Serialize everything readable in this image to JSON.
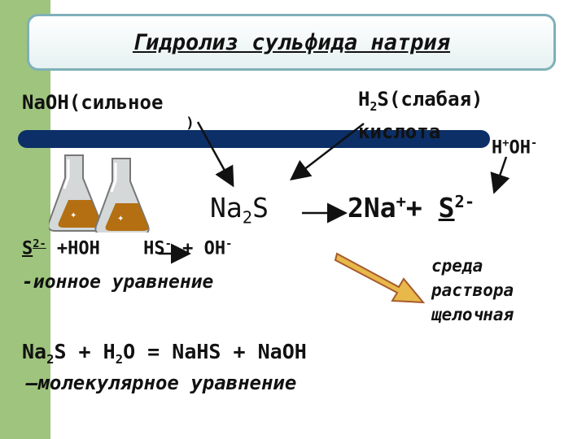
{
  "slide": {
    "title": "Гидролиз сульфида натрия",
    "naoh": {
      "main": "NaOH(сильное",
      "tail": ")"
    },
    "h2s": {
      "h": "H",
      "sub": "2",
      "rest": "S(слабая)",
      "line2": "кислота"
    },
    "hoh": {
      "h": "H",
      "plus": "+",
      "oh": "OH",
      "minus": "-"
    },
    "na2s": {
      "na": "Na",
      "sub": "2",
      "s": "S"
    },
    "dissoc": {
      "coef": "2Na",
      "plus_sup": "+",
      "plus": "+ ",
      "s": "S",
      "charge": "2-"
    },
    "ionic": {
      "s": "S",
      "s_charge": "2-",
      "hoh": " +HOH ",
      "hs": "HS",
      "hs_charge": "-",
      "oh": " + OH",
      "oh_charge": "-",
      "caption": "-ионное уравнение"
    },
    "medium": {
      "line1": "среда",
      "line2": "раствора",
      "line3": "щелочная"
    },
    "molecular": {
      "p1": "Na",
      "s1": "2",
      "p2": "S + H",
      "s2": "2",
      "p3": "O = NaHS + NaOH",
      "caption": "–молекулярное уравнение"
    },
    "colors": {
      "accent_bar": "#0b2f66",
      "side": "#9ec47e",
      "arrow": "#e8b84a"
    }
  }
}
